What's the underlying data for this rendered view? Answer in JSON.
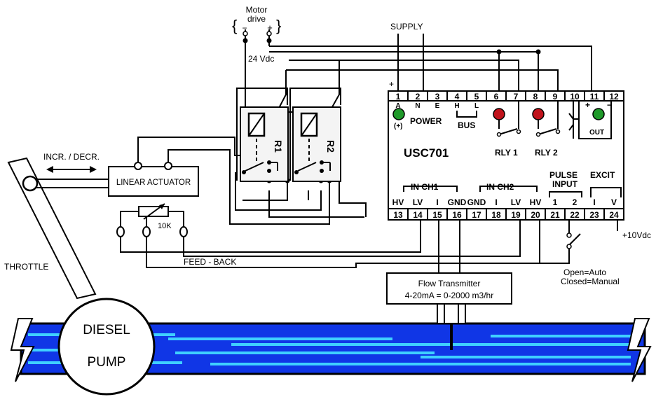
{
  "header": {
    "motor_drive_line1": "Motor",
    "motor_drive_line2": "drive",
    "motor_minus": "−",
    "motor_plus": "+",
    "vdc24": "24  Vdc",
    "supply": "SUPPLY",
    "plus_mark": "+"
  },
  "controller": {
    "model": "USC701",
    "terminals_top": [
      "1",
      "2",
      "3",
      "4",
      "5",
      "6",
      "7",
      "8",
      "9",
      "10",
      "11",
      "12"
    ],
    "terminals_bottom": [
      "13",
      "14",
      "15",
      "16",
      "17",
      "18",
      "19",
      "20",
      "21",
      "22",
      "23",
      "24"
    ],
    "top_letters": [
      "A",
      "N",
      "E",
      "H",
      "L"
    ],
    "plus_in": "(+)",
    "power": "POWER",
    "bus": "BUS",
    "rly1": "RLY 1",
    "rly2": "RLY 2",
    "out": "OUT",
    "out_plus": "+",
    "out_minus": "−",
    "in_ch1": "IN  CH1",
    "in_ch2": "IN  CH2",
    "pulse_input_line1": "PULSE",
    "pulse_input_line2": "INPUT",
    "excit": "EXCIT",
    "ch1_labels": [
      "HV",
      "LV",
      "I",
      "GND"
    ],
    "ch2_labels": [
      "GND",
      "I",
      "LV",
      "HV"
    ],
    "pulse_labels": [
      "1",
      "2"
    ],
    "excit_labels": [
      "I",
      "V"
    ]
  },
  "relays": {
    "r1": "R1",
    "r2": "R2"
  },
  "actuator": {
    "label": "LINEAR ACTUATOR",
    "direction": "INCR. / DECR.",
    "pot": "10K",
    "feedback": "FEED  -  BACK",
    "throttle": "THROTTLE"
  },
  "pump": {
    "line1": "DIESEL",
    "line2": "PUMP"
  },
  "transmitter": {
    "line1": "Flow  Transmitter",
    "line2": "4-20mA  =  0-2000  m3/hr"
  },
  "switch": {
    "vdc10": "+10Vdc",
    "line1": "Open=Auto",
    "line2": "Closed=Manual"
  },
  "colors": {
    "led_green": "#1f9a2a",
    "led_red": "#c0121b",
    "pipe_blue": "#1036e6",
    "pipe_light": "#3fd0ff",
    "relay_fill": "#f4f4f4"
  }
}
